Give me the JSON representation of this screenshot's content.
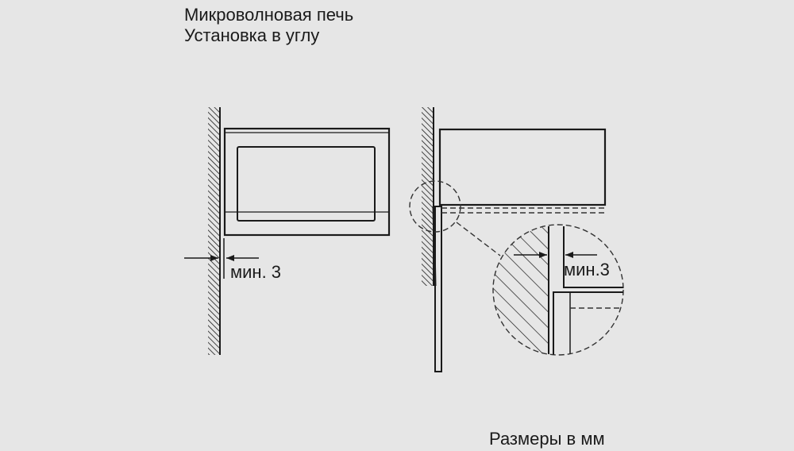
{
  "title": {
    "line1": "Микроволновая печь",
    "line2": "Установка в углу"
  },
  "front_view": {
    "dimension_label": "мин. 3"
  },
  "side_view": {
    "dimension_label": "мин.3"
  },
  "footer": {
    "units_note": "Размеры в мм"
  },
  "colors": {
    "background": "#e6e6e6",
    "line": "#1a1a1a"
  }
}
